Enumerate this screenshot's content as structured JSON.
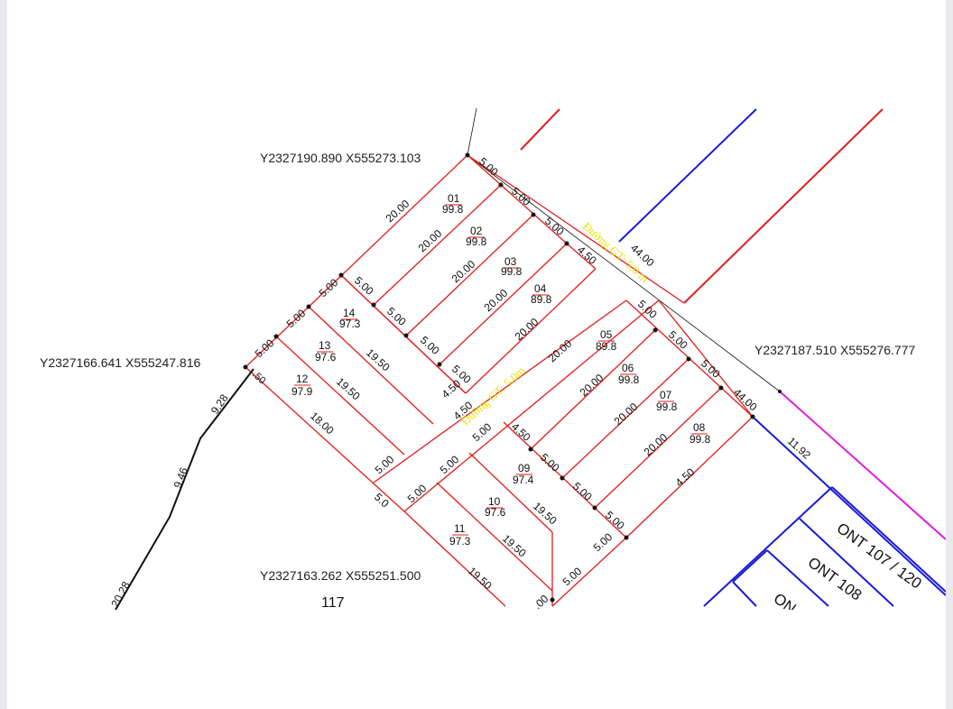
{
  "coordinates": [
    {
      "text": "Y2327190.890 X555273.103"
    },
    {
      "text": "Y2327166.641 X555247.816"
    },
    {
      "text": "Y2327187.510 X555276.777"
    },
    {
      "text": "Y2327163.262 X555251.500"
    }
  ],
  "page_number": "117",
  "roads": [
    {
      "label": "Đường GT: 5.0 m"
    },
    {
      "label": "Đường GT: 5.0m"
    }
  ],
  "plots": [
    {
      "id": "01",
      "area": "99.8"
    },
    {
      "id": "02",
      "area": "99.8"
    },
    {
      "id": "03",
      "area": "99.8"
    },
    {
      "id": "04",
      "area": "89.8"
    },
    {
      "id": "05",
      "area": "89.8"
    },
    {
      "id": "06",
      "area": "99.8"
    },
    {
      "id": "07",
      "area": "99.8"
    },
    {
      "id": "08",
      "area": "99.8"
    },
    {
      "id": "09",
      "area": "97.4"
    },
    {
      "id": "10",
      "area": "97.6"
    },
    {
      "id": "11",
      "area": "97.3"
    },
    {
      "id": "12",
      "area": "97.9"
    },
    {
      "id": "13",
      "area": "97.6"
    },
    {
      "id": "14",
      "area": "97.3"
    }
  ],
  "dimensions": [
    "5.00",
    "5.00",
    "5.00",
    "4.50",
    "20.00",
    "20.00",
    "20.00",
    "20.00",
    "20.00",
    "5.00",
    "5.00",
    "5.00",
    "5.00",
    "4.50",
    "19.50",
    "19.50",
    "18.00",
    "5.00",
    "5.00",
    "5.00",
    "4.50",
    "20.00",
    "20.00",
    "20.00",
    "20.00",
    "4.50",
    "5.00",
    "5.00",
    "5.00",
    "44.00",
    "11.92",
    "4.50",
    "5.00",
    "5.00",
    "5.00",
    "19.50",
    "19.50",
    "19.50",
    "5.00",
    "5.00",
    "5.00",
    "5.00",
    "5.0",
    "9.28",
    "9.46",
    "20.28",
    "5.00",
    ".00"
  ],
  "zones": [
    {
      "label": "ONT 107 / 120"
    },
    {
      "label": "ONT 108"
    },
    {
      "label": "ON"
    }
  ],
  "colors": {
    "plot_lines": "#e31b1b",
    "road_line_blue": "#1a1adb",
    "magenta": "#e01ee0",
    "black": "#111111"
  }
}
